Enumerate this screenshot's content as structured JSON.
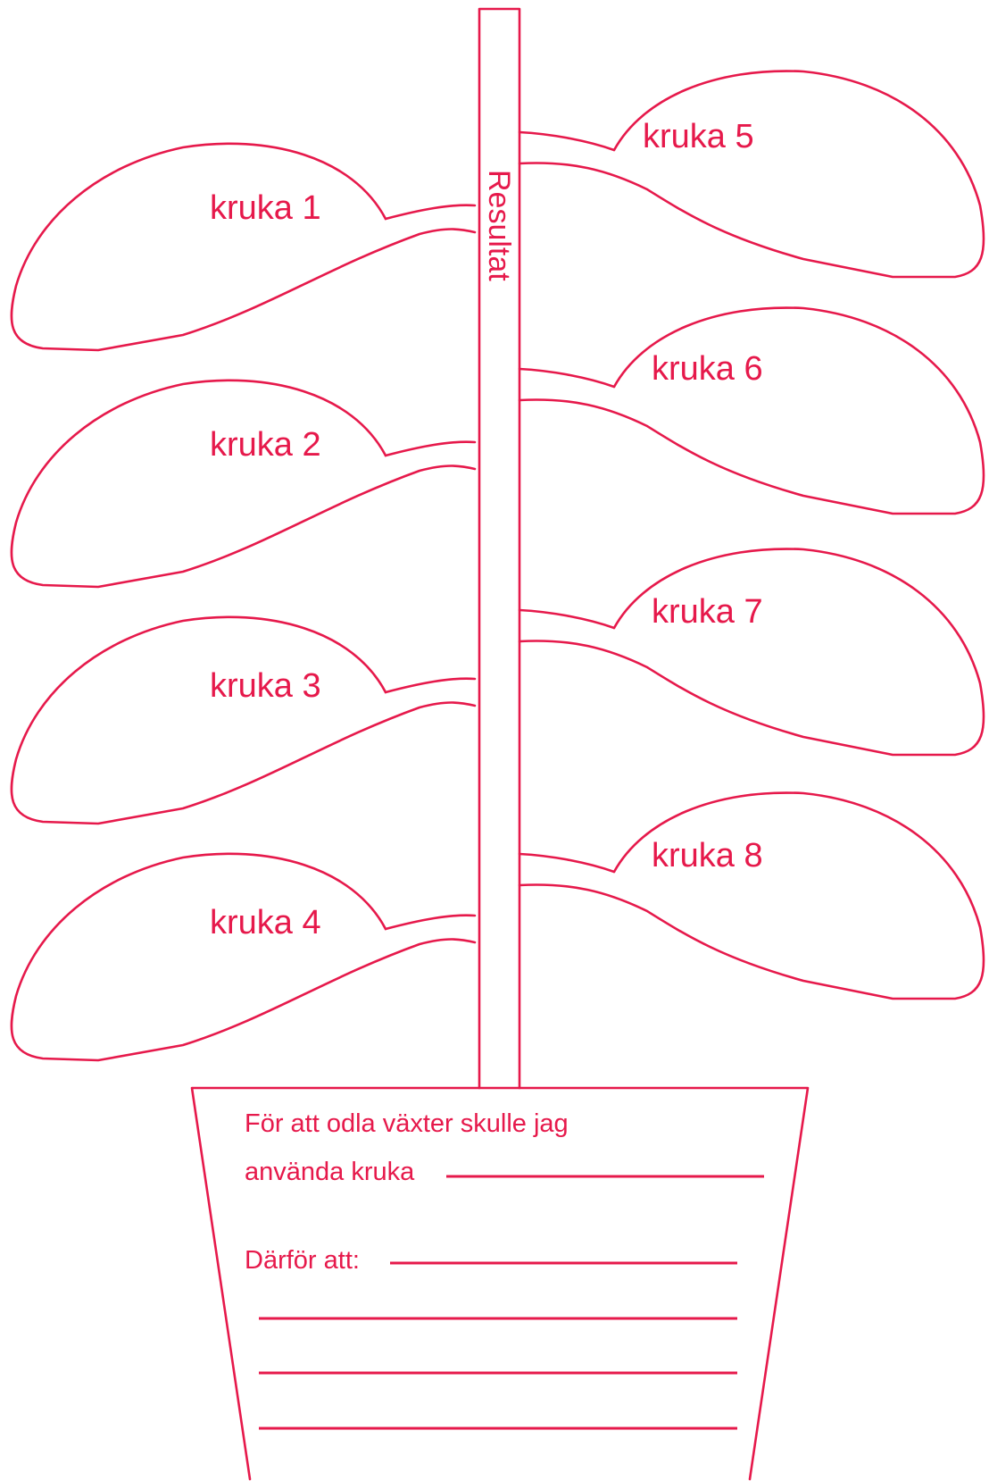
{
  "stem_label": "Resultat",
  "leaves_left": [
    "kruka 1",
    "kruka 2",
    "kruka 3",
    "kruka 4"
  ],
  "leaves_right": [
    "kruka 5",
    "kruka 6",
    "kruka 7",
    "kruka 8"
  ],
  "pot": {
    "line1": "För att odla växter skulle jag",
    "line2": "använda kruka",
    "reason_label": "Därför att:"
  },
  "colors": {
    "ink": "#e6194b",
    "background": "#ffffff"
  }
}
